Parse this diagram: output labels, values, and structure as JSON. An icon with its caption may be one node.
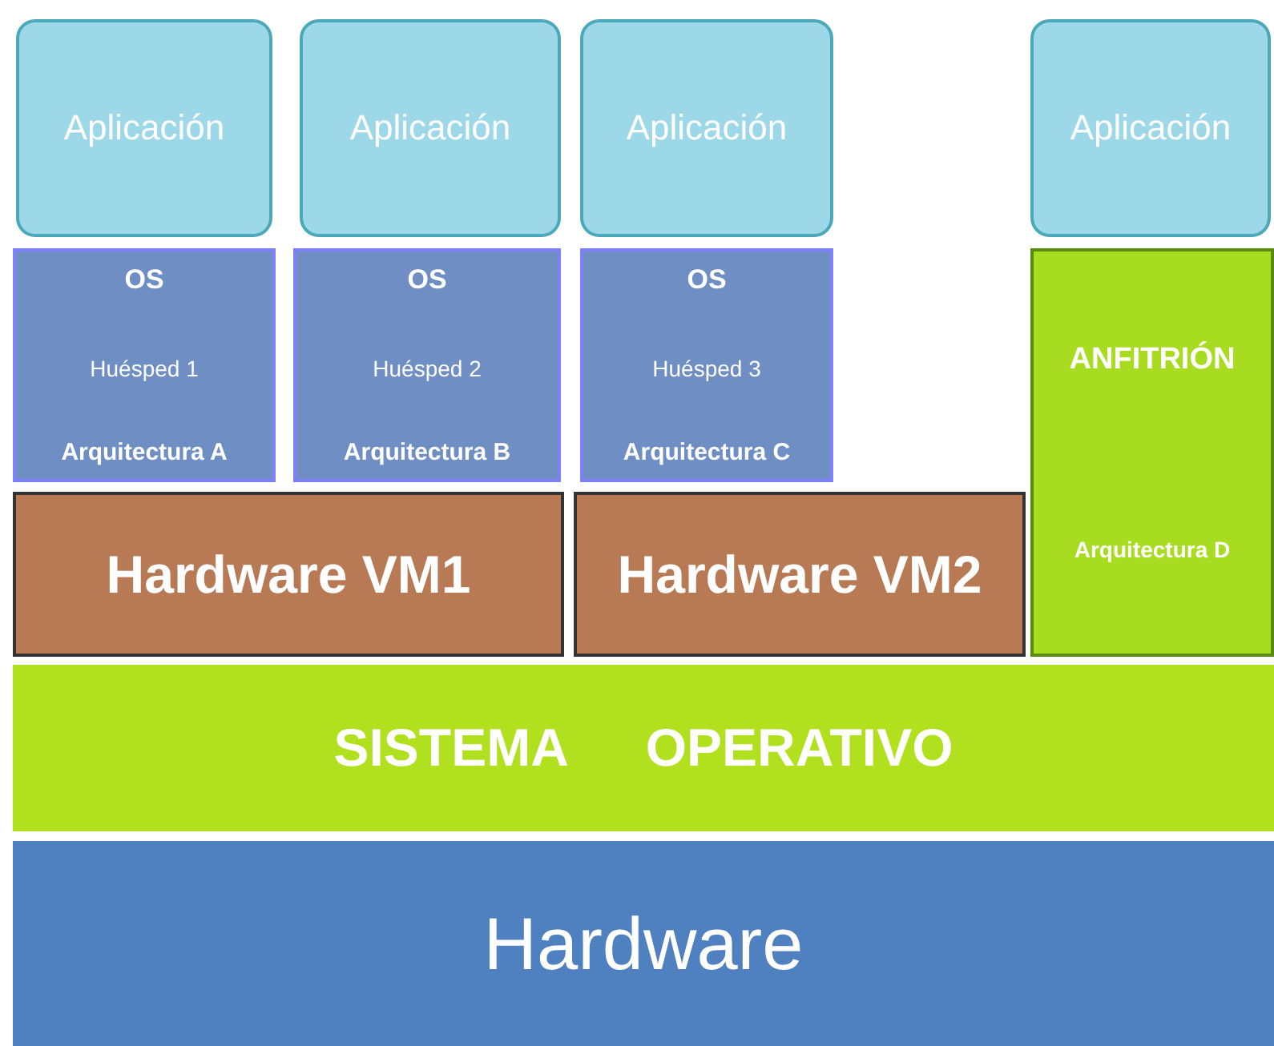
{
  "diagram": {
    "nodes": [
      {
        "text": [
          "Aplicación"
        ]
      },
      {
        "text": [
          "Aplicación"
        ]
      },
      {
        "text": [
          "Aplicación"
        ]
      },
      {
        "text": [
          "Aplicación"
        ]
      },
      {
        "text": [
          "OS",
          "Huésped 1",
          "Arquitectura A"
        ]
      },
      {
        "text": [
          "OS",
          "Huésped 2",
          "Arquitectura B"
        ]
      },
      {
        "text": [
          "OS",
          "Huésped 3",
          "Arquitectura C"
        ]
      },
      {
        "text": [
          "ANFITRIÓN",
          "Arquitectura D"
        ]
      },
      {
        "text": [
          "Hardware VM1"
        ]
      },
      {
        "text": [
          "Hardware VM2"
        ]
      },
      {
        "text": [
          "SISTEMA OPERATIVO"
        ]
      },
      {
        "text": [
          "Hardware"
        ]
      }
    ]
  }
}
